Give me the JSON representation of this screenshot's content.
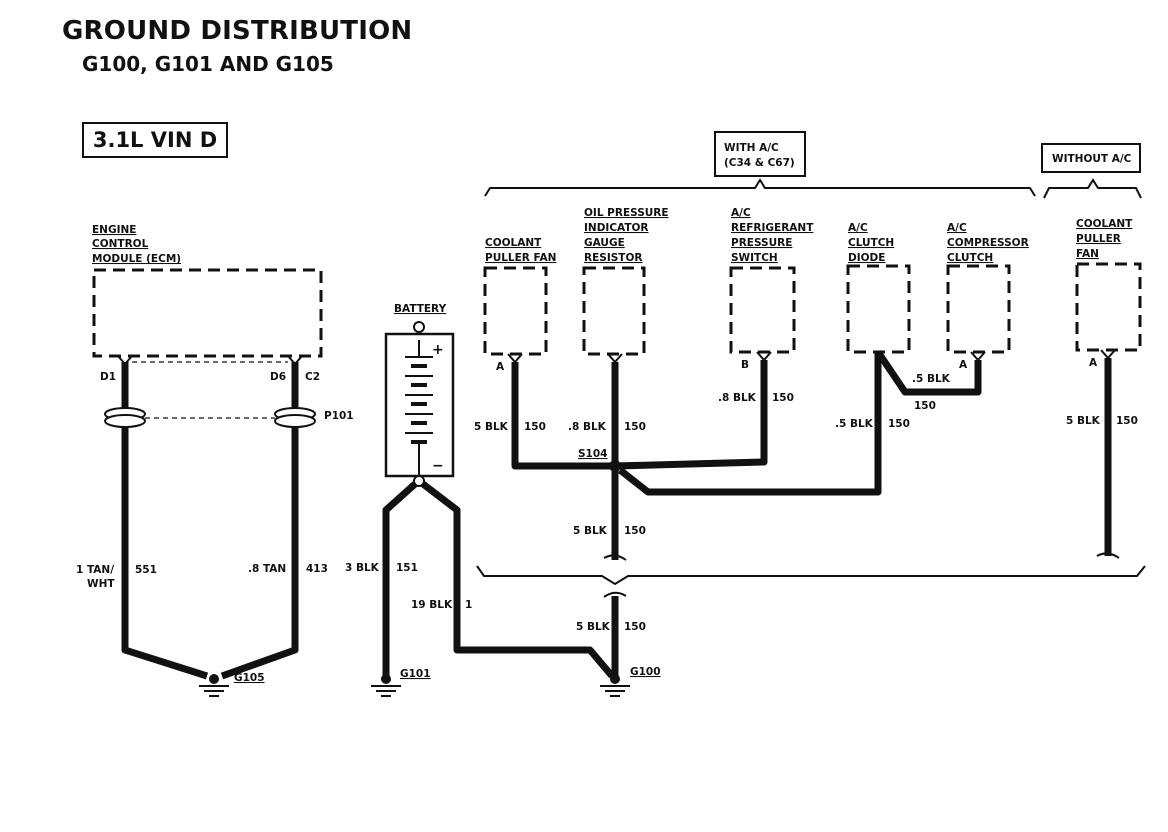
{
  "header": {
    "title": "GROUND DISTRIBUTION",
    "subtitle": "G100, G101 AND G105",
    "engine": "3.1L  VIN D"
  },
  "groups": {
    "with_ac": [
      "WITH A/C",
      "(C34 & C67)"
    ],
    "without_ac": "WITHOUT A/C"
  },
  "components": {
    "ecm": [
      "ENGINE",
      "CONTROL",
      "MODULE (ECM)"
    ],
    "battery": "BATTERY",
    "coolant_fan": [
      "COOLANT",
      "PULLER FAN"
    ],
    "oil_pressure": [
      "OIL PRESSURE",
      "INDICATOR",
      "GAUGE",
      "RESISTOR"
    ],
    "ac_switch": [
      "A/C",
      "REFRIGERANT",
      "PRESSURE",
      "SWITCH"
    ],
    "ac_diode": [
      "A/C",
      "CLUTCH",
      "DIODE"
    ],
    "ac_clutch": [
      "A/C",
      "COMPRESSOR",
      "CLUTCH"
    ],
    "coolant_fan2": [
      "COOLANT",
      "PULLER",
      "FAN"
    ]
  },
  "pins": {
    "ecm_d1": "D1",
    "ecm_d6": "D6",
    "ecm_c2": "C2",
    "fan_a": "A",
    "switch_b": "B",
    "clutch_a": "A",
    "fan2_a": "A"
  },
  "battery_terminals": {
    "positive": "+",
    "negative": "−"
  },
  "connectors": {
    "p101": "P101",
    "s104": "S104"
  },
  "grounds": {
    "g105": "G105",
    "g101": "G101",
    "g100": "G100"
  },
  "wires": [
    {
      "size": "1 TAN/",
      "size2": "WHT",
      "circuit": "551"
    },
    {
      "size": ".8 TAN",
      "circuit": "413"
    },
    {
      "size": "3 BLK",
      "circuit": "151"
    },
    {
      "size": "19 BLK",
      "circuit": "1"
    },
    {
      "size": "5 BLK",
      "circuit": "150"
    },
    {
      "size": ".8 BLK",
      "circuit": "150"
    },
    {
      "size": ".8 BLK",
      "circuit": "150"
    },
    {
      "size": ".5 BLK",
      "circuit": "150"
    },
    {
      "size": ".5 BLK",
      "circuit": "150"
    },
    {
      "size": "5 BLK",
      "circuit": "150"
    },
    {
      "size": "5 BLK",
      "circuit": "150"
    },
    {
      "size": "5 BLK",
      "circuit": "150"
    }
  ]
}
